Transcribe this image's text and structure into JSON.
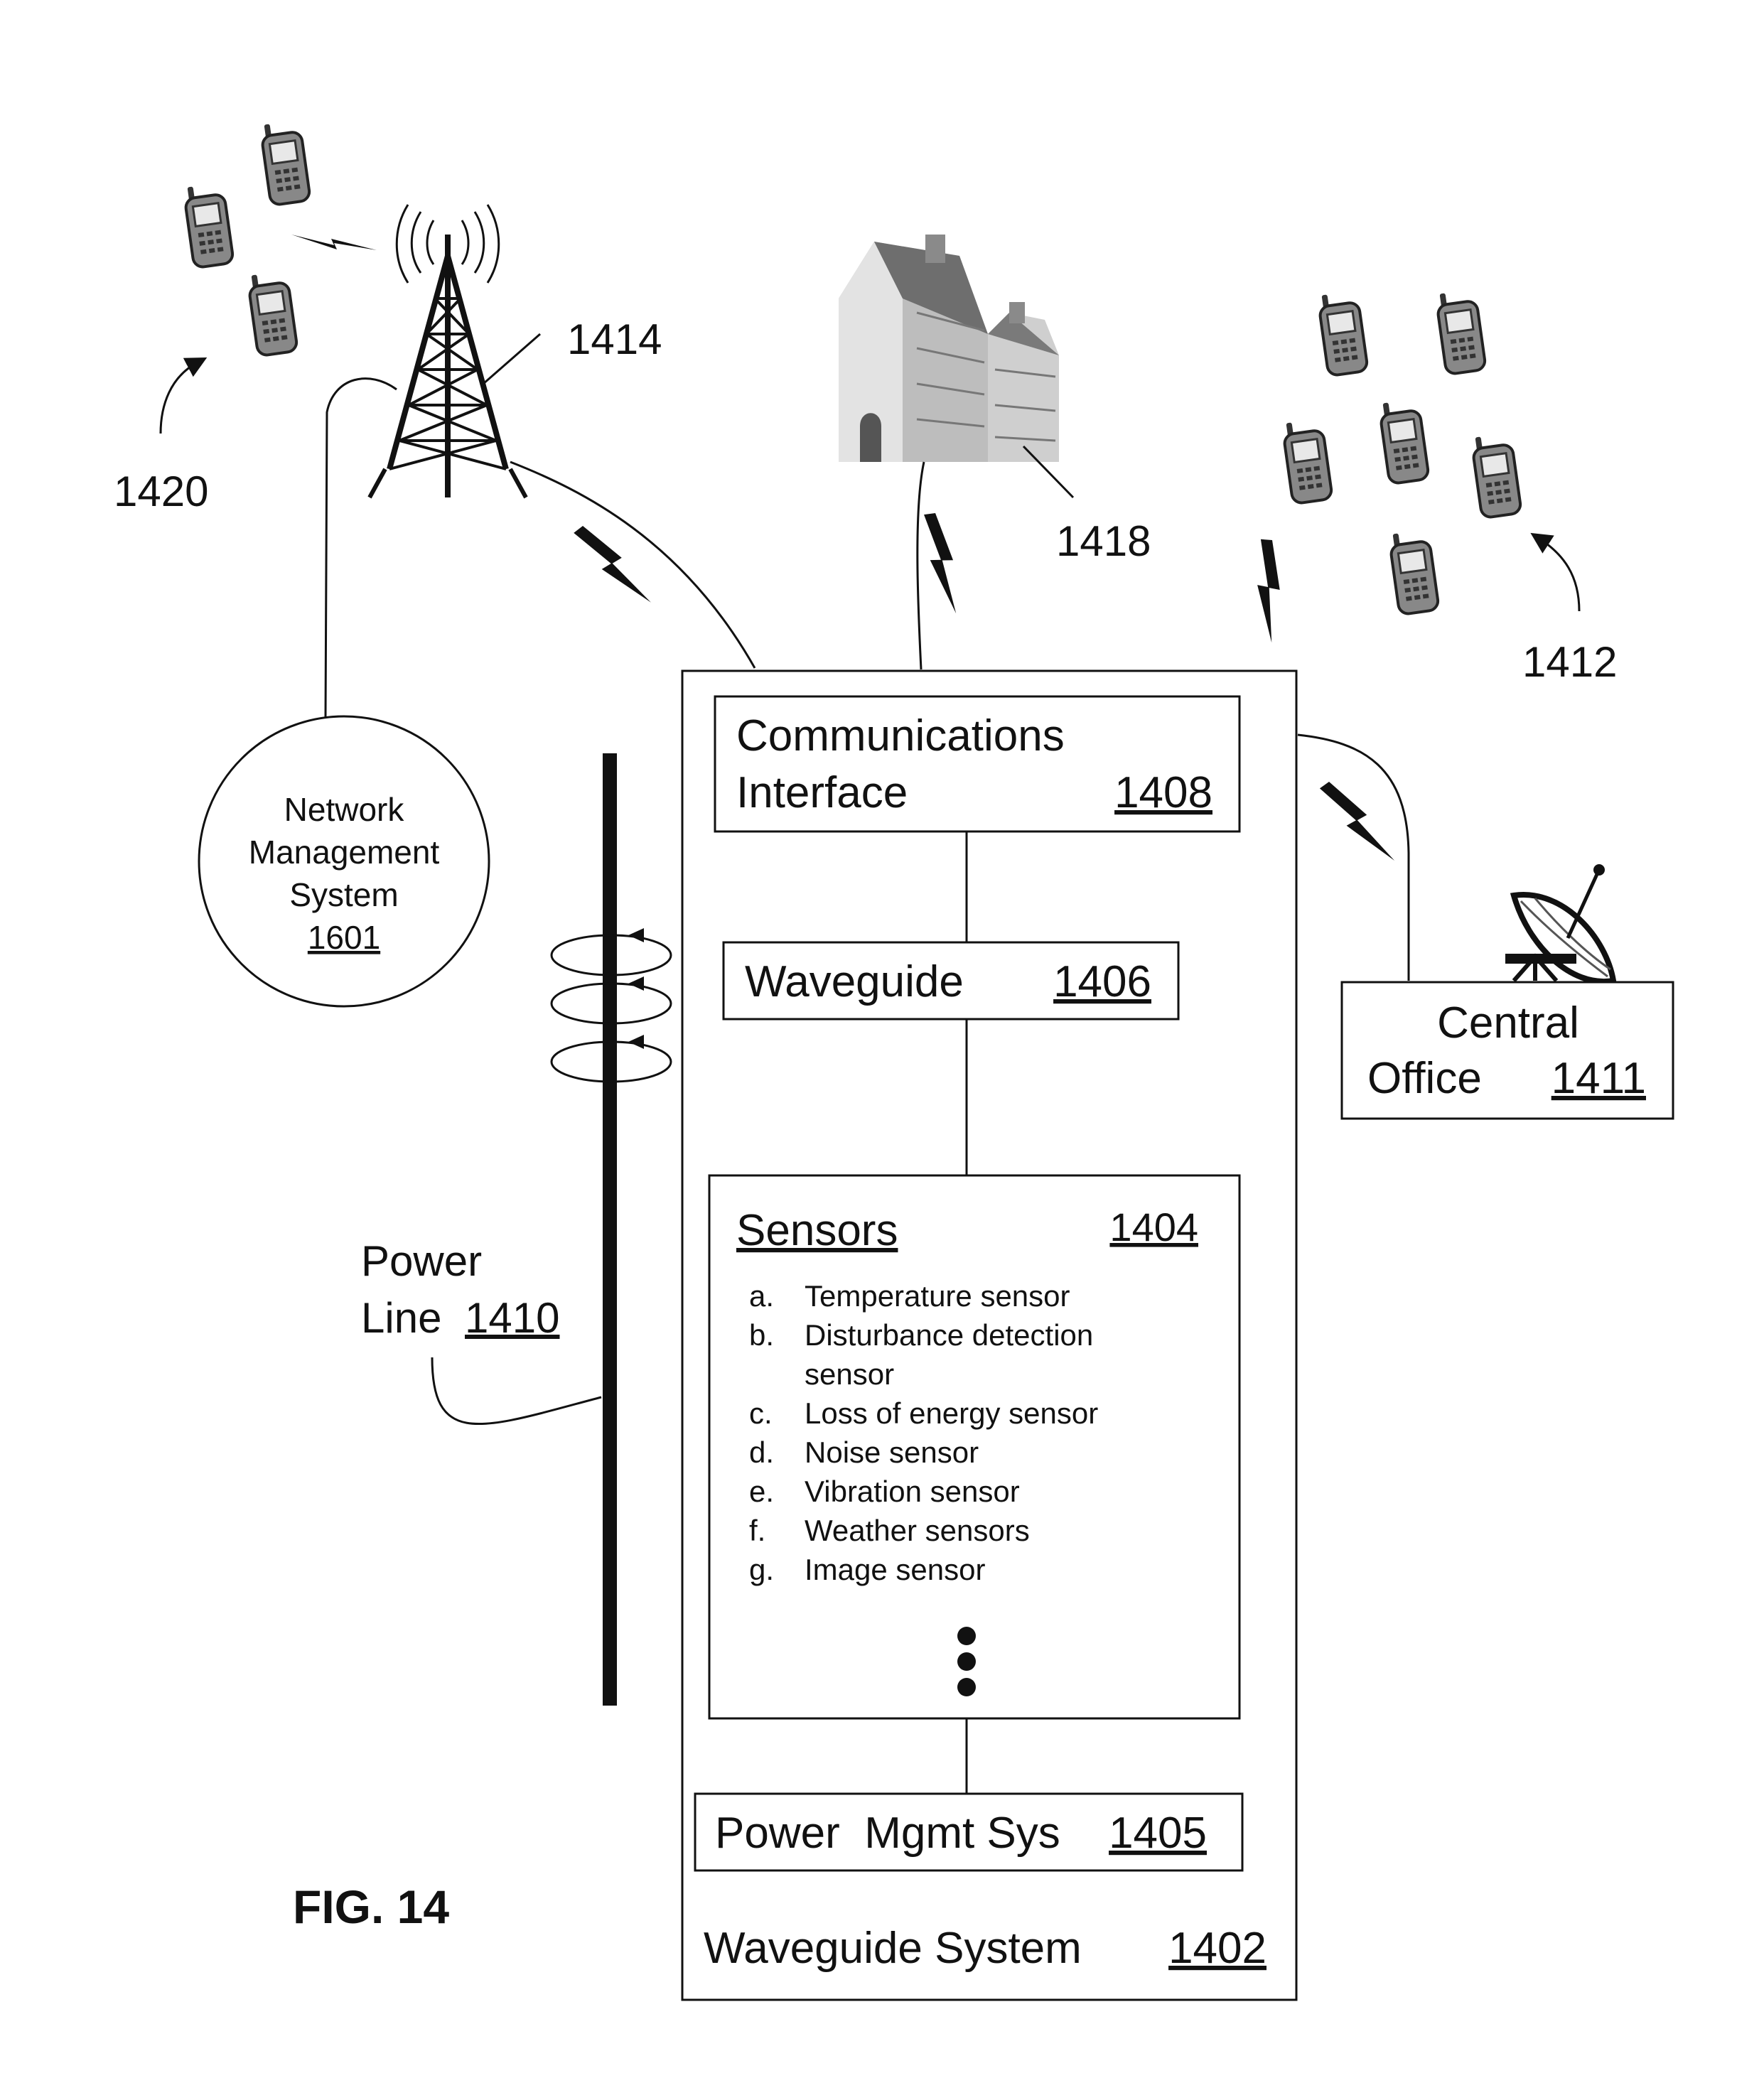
{
  "figure_label": "FIG. 14",
  "tower": {
    "ref": "1414"
  },
  "phones_left": {
    "ref": "1420"
  },
  "phones_right": {
    "ref": "1412"
  },
  "building": {
    "ref": "1418"
  },
  "nms": {
    "line1": "Network",
    "line2": "Management",
    "line3": "System",
    "ref": "1601"
  },
  "power_line": {
    "line1": "Power",
    "line2": "Line",
    "ref": "1410"
  },
  "comm_interface": {
    "line1": "Communications",
    "line2": "Interface",
    "ref": "1408"
  },
  "waveguide": {
    "label": "Waveguide",
    "ref": "1406"
  },
  "sensors": {
    "title": "Sensors",
    "ref": "1404",
    "items": [
      {
        "letter": "a.",
        "text": "Temperature sensor"
      },
      {
        "letter": "b.",
        "text": "Disturbance detection"
      },
      {
        "letter": "",
        "text": "sensor"
      },
      {
        "letter": "c.",
        "text": "Loss of energy sensor"
      },
      {
        "letter": "d.",
        "text": "Noise sensor"
      },
      {
        "letter": "e.",
        "text": "Vibration sensor"
      },
      {
        "letter": "f.",
        "text": "Weather sensors"
      },
      {
        "letter": "g.",
        "text": "Image sensor"
      }
    ]
  },
  "power_mgmt": {
    "label": "Power  Mgmt Sys",
    "ref": "1405"
  },
  "waveguide_system": {
    "label": "Waveguide System",
    "ref": "1402"
  },
  "central_office": {
    "line1": "Central",
    "line2": "Office",
    "ref": "1411"
  }
}
